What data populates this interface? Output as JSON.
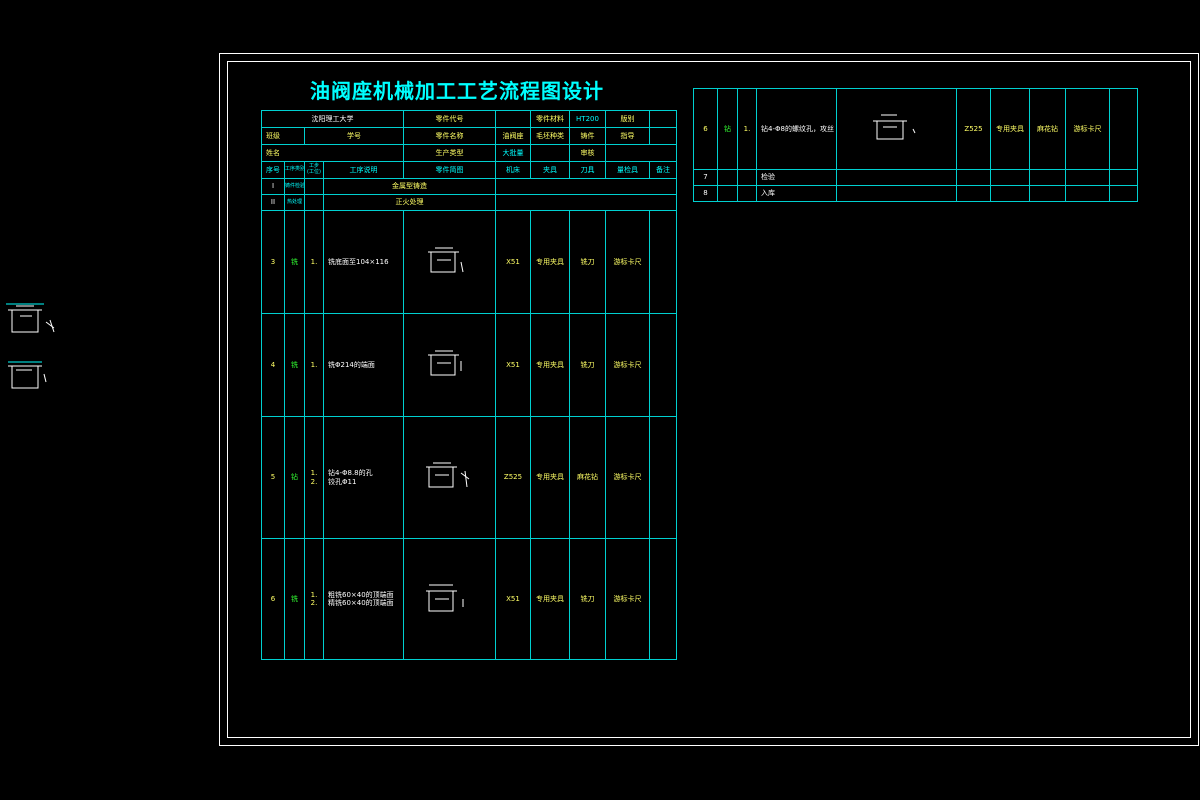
{
  "title": "油阀座机械加工工艺流程图设计",
  "colors": {
    "background": "#000000",
    "line": "#00d0d0",
    "text": "#00ffff",
    "green": "#33ff33",
    "yellow": "#ffff66",
    "frame": "#ffffff"
  },
  "header": {
    "school": "沈阳理工大学",
    "part_code_label": "零件代号",
    "part_code_value": "",
    "material_label": "零件材料",
    "material_value": "HT200",
    "sheet_label": "版别",
    "class_label": "班级",
    "student_no_label": "学号",
    "part_name_label": "零件名称",
    "part_name_value": "油阀座",
    "blank_type_label": "毛坯种类",
    "blank_type_value": "铸件",
    "advisor_label": "指导",
    "name_label": "姓名",
    "production_type_label": "生产类型",
    "production_type_value": "大批量",
    "review_label": "审核"
  },
  "columns": {
    "seq": "序号",
    "process_type": "工序类别",
    "step_no": "工步",
    "step_no_sub": "(工位)",
    "content": "工序说明",
    "sketch": "零件简图",
    "machine": "机床",
    "fixture": "夹具",
    "tool": "刀具",
    "gauge": "量检具",
    "remark": "备注"
  },
  "prep_rows": [
    {
      "seq": "I",
      "type": "铸件检验",
      "content": "金属型铸造"
    },
    {
      "seq": "II",
      "type": "热处理",
      "content": "正火处理"
    }
  ],
  "ops": [
    {
      "seq": "3",
      "type": "铣",
      "steps": [
        {
          "no": "1.",
          "text": "铣底面至104×116"
        }
      ],
      "machine": "X51",
      "fixture": "专用夹具",
      "tool": "铣刀",
      "gauge": "游标卡尺"
    },
    {
      "seq": "4",
      "type": "铣",
      "steps": [
        {
          "no": "1.",
          "text": "铣Φ214的端面"
        }
      ],
      "machine": "X51",
      "fixture": "专用夹具",
      "tool": "铣刀",
      "gauge": "游标卡尺"
    },
    {
      "seq": "5",
      "type": "钻",
      "steps": [
        {
          "no": "1.",
          "text": "钻4-Φ8.8的孔"
        },
        {
          "no": "2.",
          "text": "铰孔Φ11"
        }
      ],
      "machine": "Z525",
      "fixture": "专用夹具",
      "tool": "麻花钻",
      "gauge": "游标卡尺"
    },
    {
      "seq": "6",
      "type": "铣",
      "steps": [
        {
          "no": "1.",
          "text": "粗铣60×40的顶端面"
        },
        {
          "no": "2.",
          "text": "精铣60×40的顶端面"
        }
      ],
      "machine": "X51",
      "fixture": "专用夹具",
      "tool": "铣刀",
      "gauge": "游标卡尺"
    }
  ],
  "side_ops": [
    {
      "seq": "6",
      "type": "钻",
      "step": "1.",
      "text": "钻4-Φ8的螺纹孔，攻丝",
      "machine": "Z525",
      "fixture": "专用夹具",
      "tool": "麻花钻",
      "gauge": "游标卡尺"
    },
    {
      "seq": "7",
      "text": "检验"
    },
    {
      "seq": "8",
      "text": "入库"
    }
  ]
}
